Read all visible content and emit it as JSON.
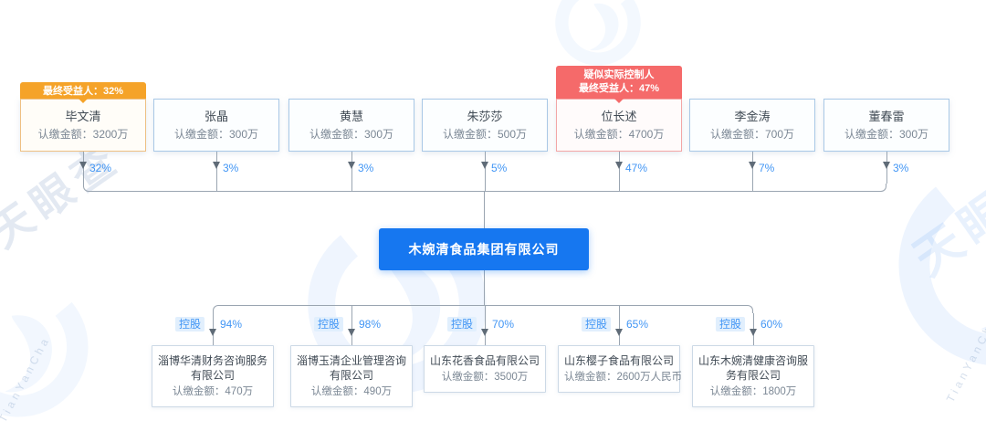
{
  "brand": {
    "watermark_text": "天眼查",
    "watermark_latin": "TianYanCha"
  },
  "colors": {
    "accent_blue": "#1677F0",
    "link_blue": "#4296F5",
    "beneficiary_orange": "#F5A329",
    "controller_red": "#F56A6A",
    "line_gray": "#9AA5B1"
  },
  "labels": {
    "amount_prefix": "认缴金额：",
    "holding_tag": "控股"
  },
  "parent_company": {
    "name": "木婉清食品集团有限公司"
  },
  "shareholders": [
    {
      "name": "毕文清",
      "amount": "3200万",
      "percent": "32%",
      "badge_type": "orange",
      "badge_lines": [
        "最终受益人：32%"
      ]
    },
    {
      "name": "张晶",
      "amount": "300万",
      "percent": "3%"
    },
    {
      "name": "黄慧",
      "amount": "300万",
      "percent": "3%"
    },
    {
      "name": "朱莎莎",
      "amount": "500万",
      "percent": "5%"
    },
    {
      "name": "位长述",
      "amount": "4700万",
      "percent": "47%",
      "badge_type": "red",
      "badge_lines": [
        "疑似实际控制人",
        "最终受益人：47%"
      ]
    },
    {
      "name": "李金涛",
      "amount": "700万",
      "percent": "7%"
    },
    {
      "name": "董春雷",
      "amount": "300万",
      "percent": "3%"
    }
  ],
  "subsidiaries": [
    {
      "name": "淄博华清财务咨询服务有限公司",
      "amount": "470万",
      "percent": "94%",
      "tag": "控股"
    },
    {
      "name": "淄博玉清企业管理咨询有限公司",
      "amount": "490万",
      "percent": "98%",
      "tag": "控股"
    },
    {
      "name": "山东花香食品有限公司",
      "amount": "3500万",
      "percent": "70%",
      "tag": "控股"
    },
    {
      "name": "山东樱子食品有限公司",
      "amount": "2600万人民币",
      "percent": "65%",
      "tag": "控股"
    },
    {
      "name": "山东木婉清健康咨询服务有限公司",
      "amount": "1800万",
      "percent": "60%",
      "tag": "控股"
    }
  ]
}
